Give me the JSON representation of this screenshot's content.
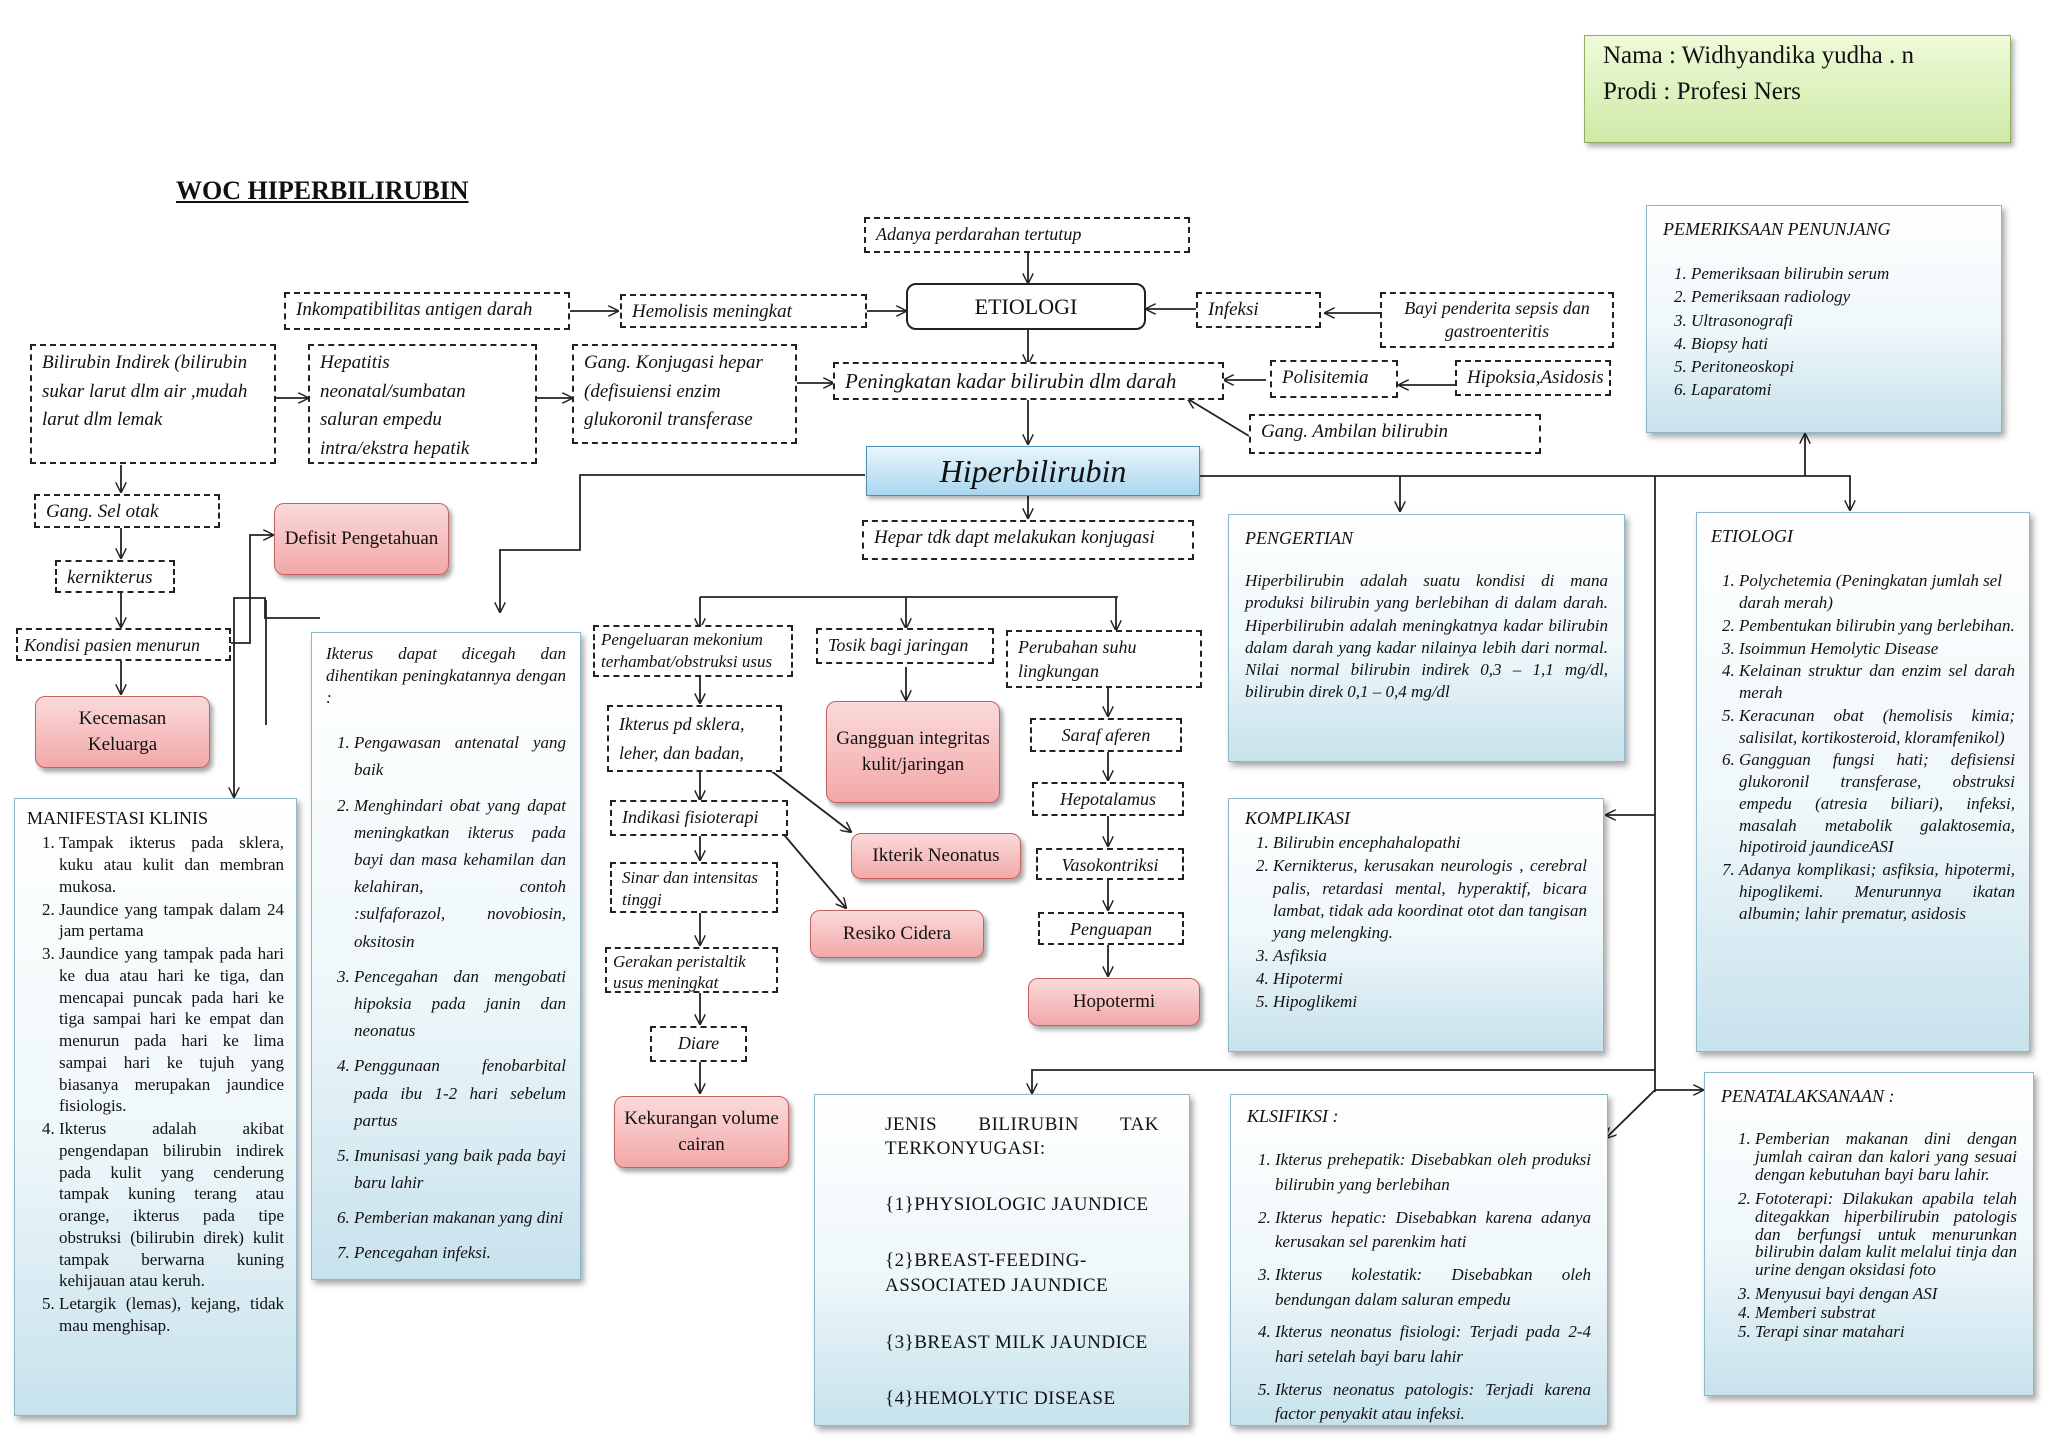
{
  "author": {
    "name_line": "Nama : Widhyandika yudha . n",
    "prodi_line": "Prodi  : Profesi Ners"
  },
  "title": "WOC HIPERBILIRUBIN",
  "nodes": {
    "perdarahan": "Adanya perdarahan tertutup",
    "inkompatibilitas": "Inkompatibilitas antigen darah",
    "hemolisis": "Hemolisis meningkat",
    "etiologi": "ETIOLOGI",
    "infeksi": "Infeksi",
    "sepsis": "Bayi penderita sepsis dan gastroenteritis",
    "bilirubin_indirek": "Bilirubin Indirek (bilirubin sukar larut dlm air ,mudah larut dlm lemak",
    "hepatitis": "Hepatitis neonatal/sumbatan saluran empedu intra/ekstra  hepatik",
    "konjugasi": "Gang. Konjugasi hepar (defisuiensi  enzim glukoronil transferase",
    "peningkatan": "Peningkatan kadar bilirubin dlm darah",
    "polisitemia": "Polisitemia",
    "hipoksia": "Hipoksia,Asidosis",
    "ambilan": "Gang. Ambilan  bilirubin",
    "hiperbilirubin": "Hiperbilirubin",
    "sel_otak": "Gang. Sel otak",
    "kernikterus": "kernikterus",
    "kondisi": "Kondisi pasien menurun",
    "hepar_tdk": "Hepar tdk dapt melakukan  konjugasi",
    "mekonium": "Pengeluaran mekonium terhambat/obstruksi usus",
    "toksik": "Tosik bagi jaringan",
    "suhu": "Perubahan suhu lingkungan",
    "ikterus_sklera": "Ikterus pd sklera, leher, dan badan,",
    "indikasi": "Indikasi fisioterapi",
    "sinar": "Sinar dan intensitas tinggi",
    "gerakan": "Gerakan peristaltik usus meningkat",
    "diare": "Diare",
    "saraf": "Saraf aferen",
    "hipotalamus": "Hepotalamus",
    "vasokontriksi": "Vasokontriksi",
    "penguapan": "Penguapan"
  },
  "diagnoses": {
    "defisit": "Defisit Pengetahuan",
    "kecemasan": "Kecemasan Keluarga",
    "gangguan": "Gangguan integritas kulit/jaringan",
    "ikterik": "Ikterik Neonatus",
    "resiko": "Resiko Cidera",
    "hipotermi": "Hopotermi",
    "kekurangan": "Kekurangan volume cairan"
  },
  "panels": {
    "pemeriksaan": {
      "title": "PEMERIKSAAN  PENUNJANG",
      "items": [
        "Pemeriksaan bilirubin serum",
        "Pemeriksaan radiology",
        "Ultrasonografi",
        "Biopsy hati",
        "Peritoneoskopi",
        "Laparatomi"
      ]
    },
    "pengertian": {
      "title": "PENGERTIAN",
      "text": "Hiperbilirubin adalah  suatu kondisi di mana produksi bilirubin yang berlebihan di dalam darah. Hiperbilirubin adalah meningkatnya kadar bilirubin dalam darah yang kadar nilainya lebih dari normal. Nilai normal bilirubin indirek 0,3 – 1,1 mg/dl, bilirubin direk 0,1 – 0,4 mg/dl"
    },
    "etiologi": {
      "title": "ETIOLOGI",
      "items": [
        "Polychetemia (Peningkatan jumlah sel darah merah)",
        "Pembentukan bilirubin yang berlebihan.",
        "Isoimmun Hemolytic Disease",
        "Kelainan struktur dan enzim sel darah merah",
        "Keracunan obat (hemolisis kimia; salisilat, kortikosteroid, kloramfenikol)",
        "Gangguan fungsi hati; defisiensi glukoronil transferase, obstruksi empedu (atresia biliari), infeksi, masalah metabolik galaktosemia, hipotiroid jaundiceASI",
        "Adanya komplikasi; asfiksia, hipotermi, hipoglikemi. Menurunnya ikatan albumin; lahir prematur, asidosis"
      ]
    },
    "pencegahan": {
      "intro": "Ikterus dapat dicegah dan dihentikan peningkatannya dengan :",
      "items": [
        "Pengawasan antenatal yang baik",
        "Menghindari obat yang dapat meningkatkan ikterus pada bayi dan masa kehamilan dan kelahiran, contoh :sulfaforazol, novobiosin, oksitosin",
        "Pencegahan dan mengobati hipoksia pada janin dan neonatus",
        "Penggunaan fenobarbital pada ibu 1-2 hari sebelum partus",
        "Imunisasi yang baik pada bayi baru lahir",
        "Pemberian makanan yang dini",
        "Pencegahan infeksi."
      ]
    },
    "manifestasi": {
      "title": "MANIFESTASI KLINIS",
      "items": [
        "Tampak ikterus pada sklera, kuku atau kulit dan membran mukosa.",
        "Jaundice yang tampak dalam 24 jam pertama",
        "Jaundice yang tampak pada hari ke dua atau hari ke tiga, dan mencapai puncak pada hari ke tiga sampai hari ke empat dan menurun pada hari ke lima sampai hari ke tujuh yang biasanya merupakan jaundice fisiologis.",
        "Ikterus adalah akibat pengendapan bilirubin indirek pada kulit yang cenderung tampak kuning terang atau orange, ikterus pada tipe obstruksi (bilirubin direk) kulit tampak berwarna kuning kehijauan atau keruh.",
        "Letargik (lemas), kejang, tidak mau menghisap."
      ]
    },
    "komplikasi": {
      "title": "KOMPLIKASI",
      "items": [
        "Bilirubin encephahalopathi",
        "Kernikterus, kerusakan neurologis , cerebral palis, retardasi mental, hyperaktif, bicara lambat, tidak ada koordinat otot dan tangisan yang melengking.",
        "Asfiksia",
        "Hipotermi",
        "Hipoglikemi"
      ]
    },
    "jenis": {
      "title": "JENIS BILIRUBIN TAK TERKONYUGASI:",
      "items": [
        "{1}PHYSIOLOGIC JAUNDICE",
        "{2}BREAST-FEEDING-ASSOCIATED JAUNDICE",
        "{3}BREAST MILK JAUNDICE",
        "{4}HEMOLYTIC DISEASE"
      ]
    },
    "klasifikasi": {
      "title": "KLSIFIKSI :",
      "items": [
        "Ikterus prehepatik: Disebabkan oleh produksi bilirubin yang berlebihan",
        "Ikterus hepatic: Disebabkan karena adanya kerusakan sel parenkim hati",
        "Ikterus kolestatik: Disebabkan oleh bendungan dalam saluran empedu",
        "Ikterus neonatus fisiologi: Terjadi pada 2-4 hari setelah bayi baru lahir",
        "Ikterus neonatus patologis: Terjadi karena factor penyakit atau infeksi."
      ]
    },
    "penatalaksanaan": {
      "title": "PENATALAKSANAAN :",
      "items": [
        "Pemberian makanan dini dengan jumlah cairan dan kalori yang sesuai dengan kebutuhan bayi baru lahir.",
        "Fototerapi: Dilakukan apabila telah ditegakkan hiperbilirubin patologis dan berfungsi untuk menurunkan bilirubin dalam kulit melalui tinja dan urine dengan oksidasi foto",
        "Menyusui bayi dengan ASI",
        "Memberi substrat",
        "Terapi sinar matahari"
      ]
    }
  },
  "colors": {
    "diagnosis_fill": "#f2a8a8",
    "panel_fill": "#c7e2ec",
    "header_fill": "#daf1b8",
    "hiper_fill": "#c4e4f4"
  }
}
